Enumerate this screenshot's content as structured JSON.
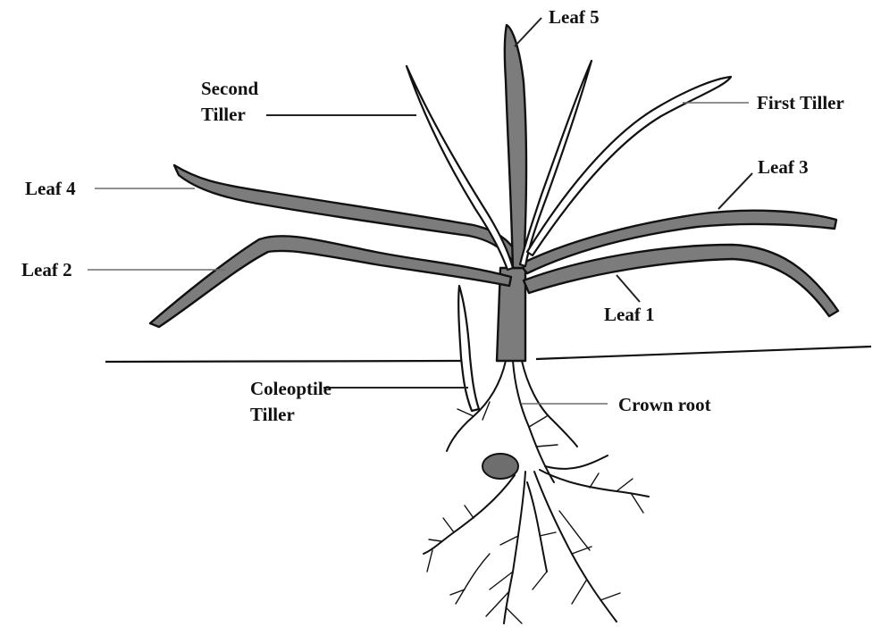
{
  "labels": {
    "leaf5": "Leaf 5",
    "second_tiller_1": "Second",
    "second_tiller_2": "Tiller",
    "first_tiller": "First Tiller",
    "leaf4": "Leaf 4",
    "leaf3": "Leaf 3",
    "leaf2": "Leaf 2",
    "leaf1": "Leaf 1",
    "coleoptile_tiller_1": "Coleoptile",
    "coleoptile_tiller_2": "Tiller",
    "crown_root": "Crown root"
  }
}
